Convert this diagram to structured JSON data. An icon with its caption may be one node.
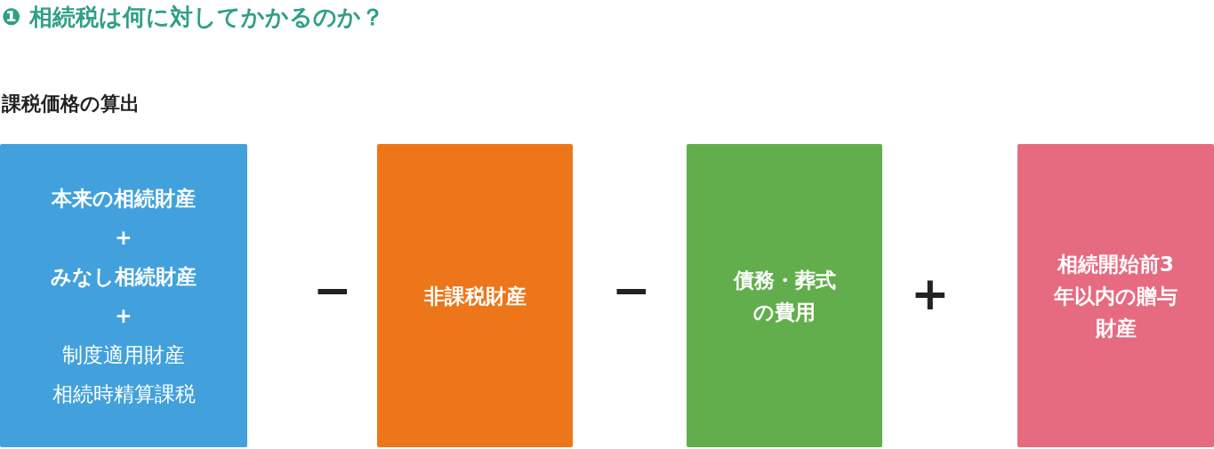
{
  "diagram": {
    "title": "❶ 相続税は何に対してかかるのか？",
    "nodes": [
      {
        "text": [
          "本来の相続財産",
          "+",
          "みなし相続財産",
          "+",
          "制度適用財産",
          "相続時精算課税"
        ]
      },
      {
        "text": [
          "非課税財産"
        ]
      },
      {
        "text": [
          "債務・葬式の費用"
        ]
      },
      {
        "text": [
          "相続開始前3年以内の贈与財産"
        ]
      }
    ],
    "labels": [
      "課税価格の算出",
      "−",
      "−",
      "+"
    ]
  }
}
